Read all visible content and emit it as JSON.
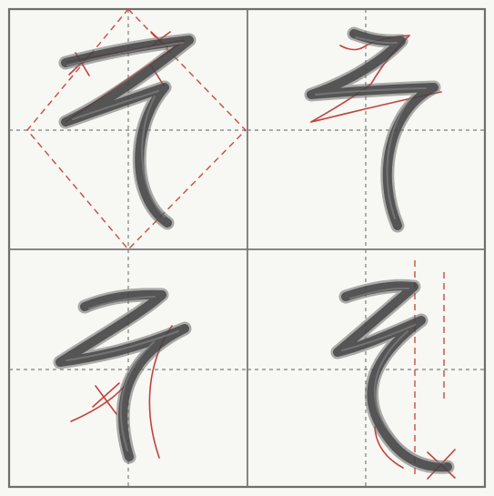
{
  "diagram": {
    "panels": [
      {
        "id": "top-left",
        "guides": "diamond"
      },
      {
        "id": "top-right",
        "guides": "red-zigzag"
      },
      {
        "id": "bottom-left",
        "guides": "curve-check"
      },
      {
        "id": "bottom-right",
        "guides": "vertical-lines"
      }
    ],
    "colors": {
      "paper": "#f7f7f3",
      "ink": "#3e3e3e",
      "grid": "#777777",
      "guide": "#c3413d"
    }
  }
}
